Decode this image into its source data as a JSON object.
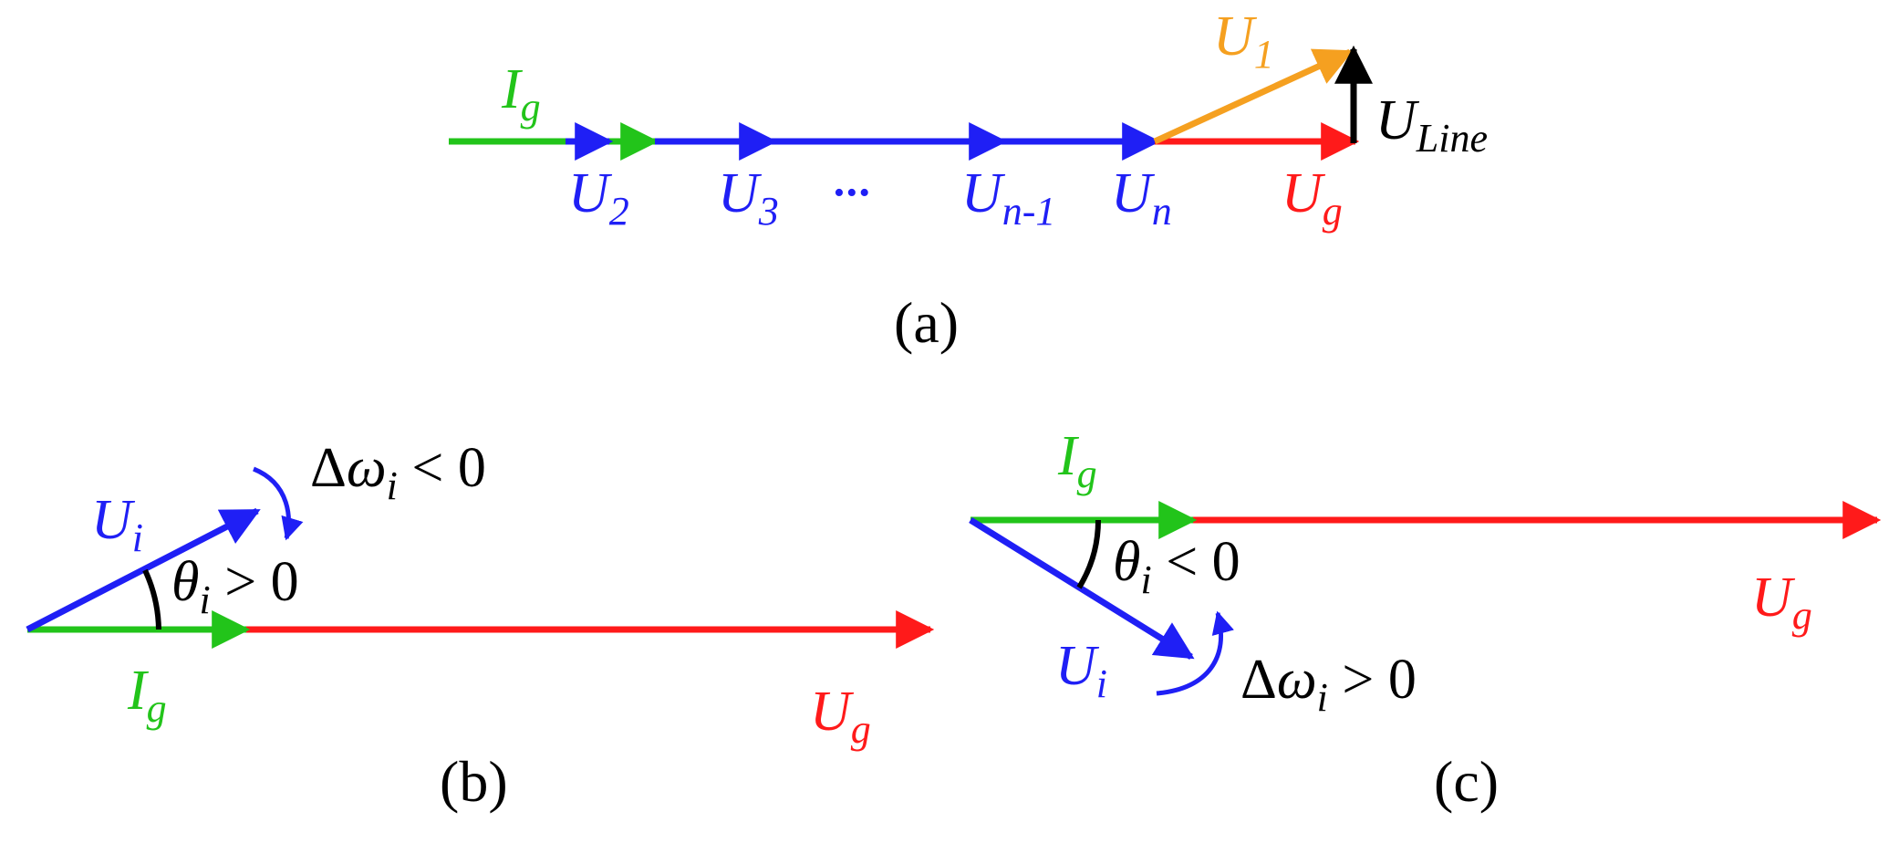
{
  "colors": {
    "green": "#22c41a",
    "blue": "#1f1ff5",
    "red": "#ff1a1a",
    "orange": "#f5a020",
    "black": "#000000"
  },
  "panel_a": {
    "caption": "(a)",
    "current": {
      "main": "I",
      "sub": "g"
    },
    "u2": {
      "main": "U",
      "sub": "2"
    },
    "u3": {
      "main": "U",
      "sub": "3"
    },
    "ellipsis": "•••",
    "un1": {
      "main": "U",
      "sub": "n-1"
    },
    "un": {
      "main": "U",
      "sub": "n"
    },
    "ug": {
      "main": "U",
      "sub": "g"
    },
    "u1": {
      "main": "U",
      "sub": "1"
    },
    "uline": {
      "main": "U",
      "sub": "Line"
    }
  },
  "panel_b": {
    "caption": "(b)",
    "ui": {
      "main": "U",
      "sub": "i"
    },
    "ig": {
      "main": "I",
      "sub": "g"
    },
    "ug": {
      "main": "U",
      "sub": "g"
    },
    "theta": {
      "main": "θ",
      "sub": "i",
      "rel": " > 0"
    },
    "domega": {
      "delta": "Δ",
      "main": "ω",
      "sub": "i",
      "rel": " < 0"
    }
  },
  "panel_c": {
    "caption": "(c)",
    "ig": {
      "main": "I",
      "sub": "g"
    },
    "ui": {
      "main": "U",
      "sub": "i"
    },
    "ug": {
      "main": "U",
      "sub": "g"
    },
    "theta": {
      "main": "θ",
      "sub": "i",
      "rel": " < 0"
    },
    "domega": {
      "delta": "Δ",
      "main": "ω",
      "sub": "i",
      "rel": " > 0"
    }
  }
}
